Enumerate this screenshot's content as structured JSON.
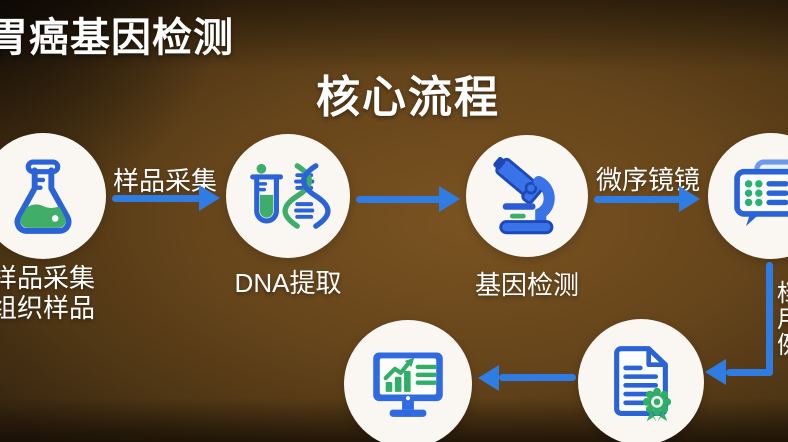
{
  "header": {
    "title": "胃癌基因检测",
    "subtitle": "核心流程"
  },
  "flow": {
    "steps": [
      {
        "icon": "flask-icon",
        "label_lines": [
          "样品采集",
          "组织样品"
        ]
      },
      {
        "icon": "dna-test-tube-icon",
        "label_lines": [
          "DNA提取"
        ]
      },
      {
        "icon": "microscope-icon",
        "label_lines": [
          "基因检测"
        ]
      },
      {
        "icon": "report-list-icon",
        "label_lines": []
      },
      {
        "icon": "certificate-document-icon",
        "label_lines": []
      },
      {
        "icon": "monitor-chart-icon",
        "label_lines": []
      }
    ],
    "arrow_labels": {
      "sample_to_dna": "样品采集",
      "detect_to_report": "微序镜镜"
    },
    "side_label_clipped_lines": [
      "档",
      "用",
      "例"
    ]
  },
  "colors": {
    "arrow_blue": "#2f7de2",
    "icon_blue": "#2a62d8",
    "icon_green": "#3cae6a",
    "circle_white": "#faf7f2",
    "background_brown": "#66451b",
    "text_white": "#ffffff"
  }
}
